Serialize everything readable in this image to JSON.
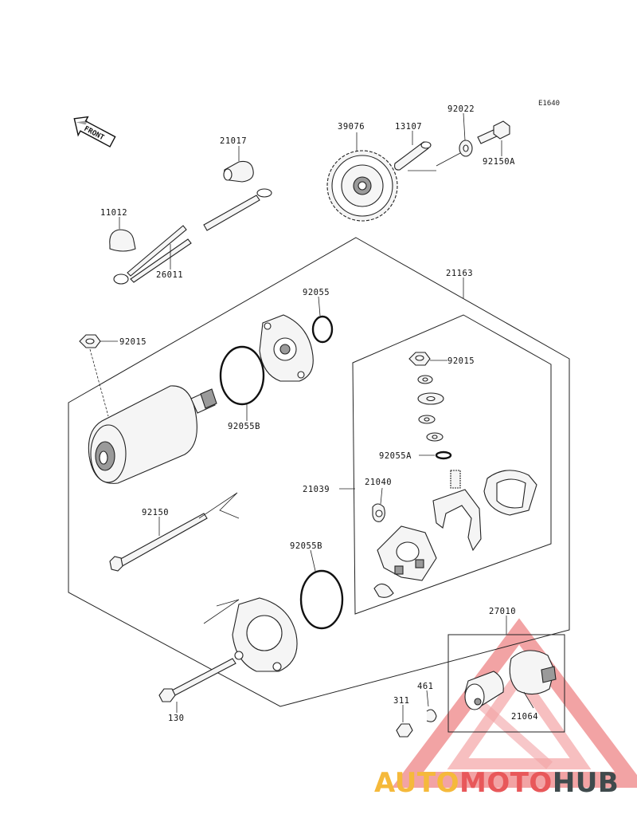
{
  "diagram_code": "E1640",
  "front_label": "FRONT",
  "parts": {
    "p21017": "21017",
    "p11012": "11012",
    "p26011": "26011",
    "p39076": "39076",
    "p13107": "13107",
    "p92022": "92022",
    "p92150A": "92150A",
    "p21163": "21163",
    "p92055": "92055",
    "p92015_top": "92015",
    "p92015_right": "92015",
    "p92055B_top": "92055B",
    "p92055A": "92055A",
    "p21040": "21040",
    "p21039": "21039",
    "p92150": "92150",
    "p92055B_bottom": "92055B",
    "p27010": "27010",
    "p461": "461",
    "p311": "311",
    "p21064": "21064",
    "p130": "130"
  },
  "watermark": {
    "part1": "AUTO",
    "part2": "MOTO",
    "part3": "HUB"
  },
  "colors": {
    "watermark_yellow": "#f5b93b",
    "watermark_red": "#e8585a",
    "watermark_dark": "#3f4a4c"
  }
}
